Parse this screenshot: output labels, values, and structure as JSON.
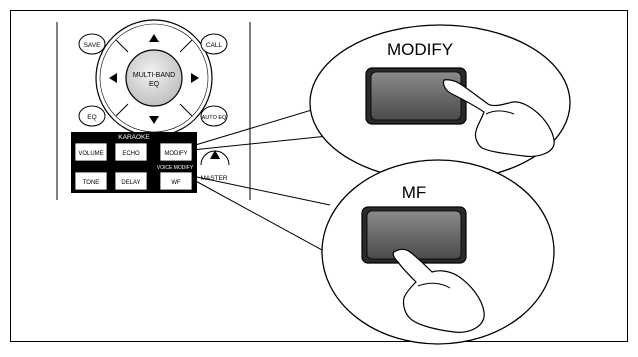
{
  "remote": {
    "buttons": {
      "save": "SAVE",
      "call": "CALL",
      "eq": "EQ",
      "auto_eq": "AUTO EQ",
      "multiband_line1": "MULTI-BAND",
      "multiband_line2": "EQ"
    },
    "karaoke": {
      "header": "KARAOKE",
      "voice_modify": "VOICE MODIFY",
      "volume": "VOLUME",
      "echo": "ECHO",
      "modify": "MODIFY",
      "tone": "TONE",
      "delay": "DELAY",
      "wf": "WF"
    },
    "master": "MASTER"
  },
  "callouts": {
    "top_label": "MODIFY",
    "bottom_label": "MF"
  },
  "colors": {
    "karaoke_panel": "#000000",
    "callout_button": "#6e6e6e",
    "outline": "#000000"
  }
}
